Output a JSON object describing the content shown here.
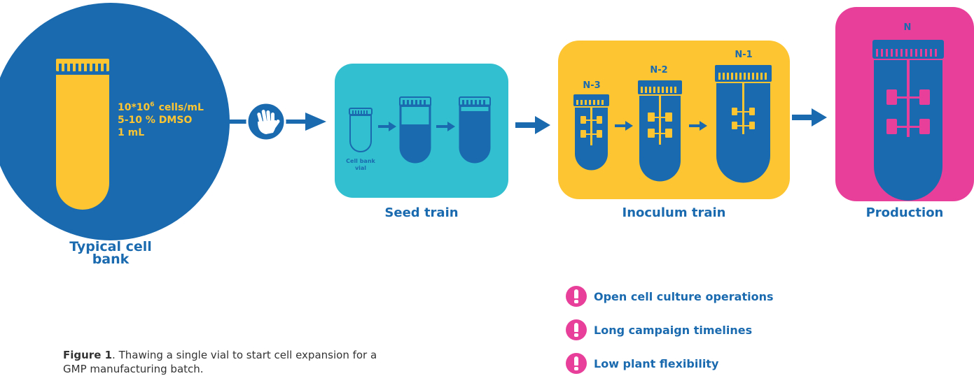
{
  "colors": {
    "blue": "#1a6aaf",
    "yellow": "#fcc531",
    "cyan": "#32bfcf",
    "pink": "#e8409a",
    "white": "#ffffff"
  },
  "cell_bank": {
    "title": "Typical cell bank",
    "concentration_base": "10*10",
    "concentration_exp": "6",
    "concentration_unit": "cells/mL",
    "dmso": "5-10 % DMSO",
    "volume": "1 mL",
    "thaw_icon": "hand-icon"
  },
  "seed_train": {
    "title": "Seed train",
    "vial_label_line1": "Cell bank",
    "vial_label_line2": "vial"
  },
  "inoculum_train": {
    "title": "Inoculum train",
    "stages": [
      "N-3",
      "N-2",
      "N-1"
    ]
  },
  "production": {
    "title": "Production",
    "stage": "N"
  },
  "warnings": [
    {
      "icon": "exclamation-icon",
      "text": "Open cell culture operations"
    },
    {
      "icon": "exclamation-icon",
      "text": "Long campaign timelines"
    },
    {
      "icon": "exclamation-icon",
      "text": "Low plant flexibility"
    }
  ],
  "caption": {
    "label": "Figure 1",
    "text": ". Thawing a single vial to start cell expansion for a GMP manufacturing batch."
  }
}
